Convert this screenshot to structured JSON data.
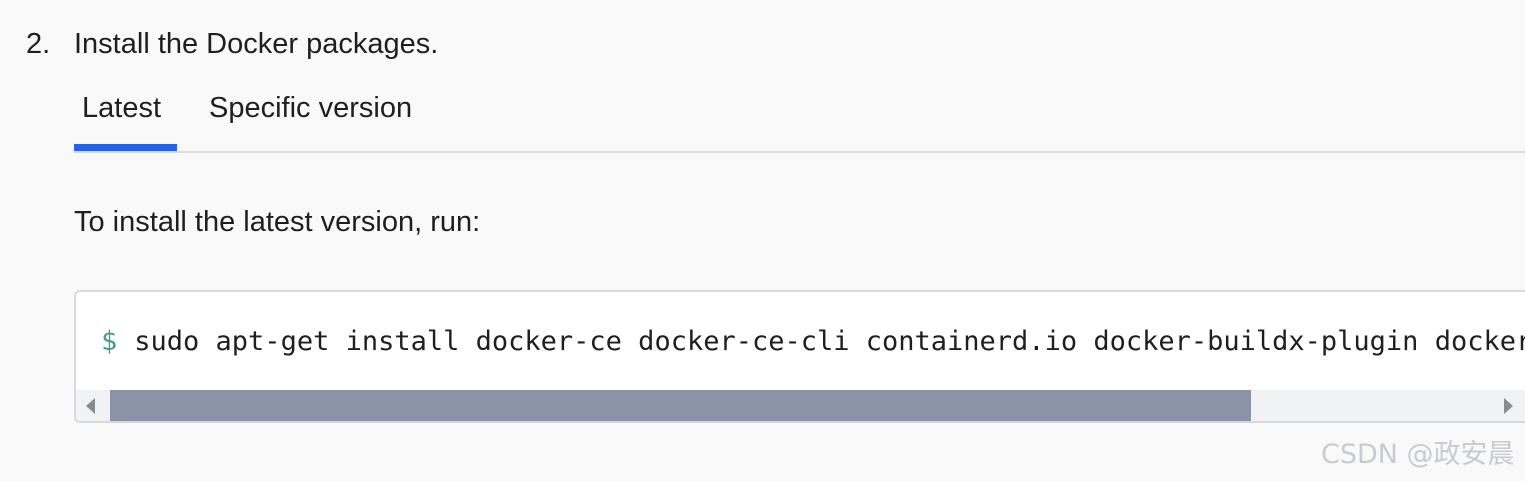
{
  "step": {
    "number": "2.",
    "title": "Install the Docker packages."
  },
  "tabs": [
    {
      "label": "Latest",
      "selected": true
    },
    {
      "label": "Specific version",
      "selected": false
    }
  ],
  "content": {
    "intro": "To install the latest version, run:"
  },
  "code": {
    "prompt": "$",
    "command": "sudo apt-get install docker-ce docker-ce-cli containerd.io docker-buildx-plugin docker-compose-plugin"
  },
  "scroll": {
    "position_percent": 0,
    "visible_percent": 78
  },
  "watermark": "CSDN @政安晨",
  "colors": {
    "page_background": "#f9f9f9",
    "accent": "#2563eb",
    "prompt": "#3f9c8d",
    "code_background": "#ffffff",
    "scroll_thumb": "#8b93a7"
  },
  "icons": {
    "scroll_left": "triangle-left-icon",
    "scroll_right": "triangle-right-icon"
  }
}
